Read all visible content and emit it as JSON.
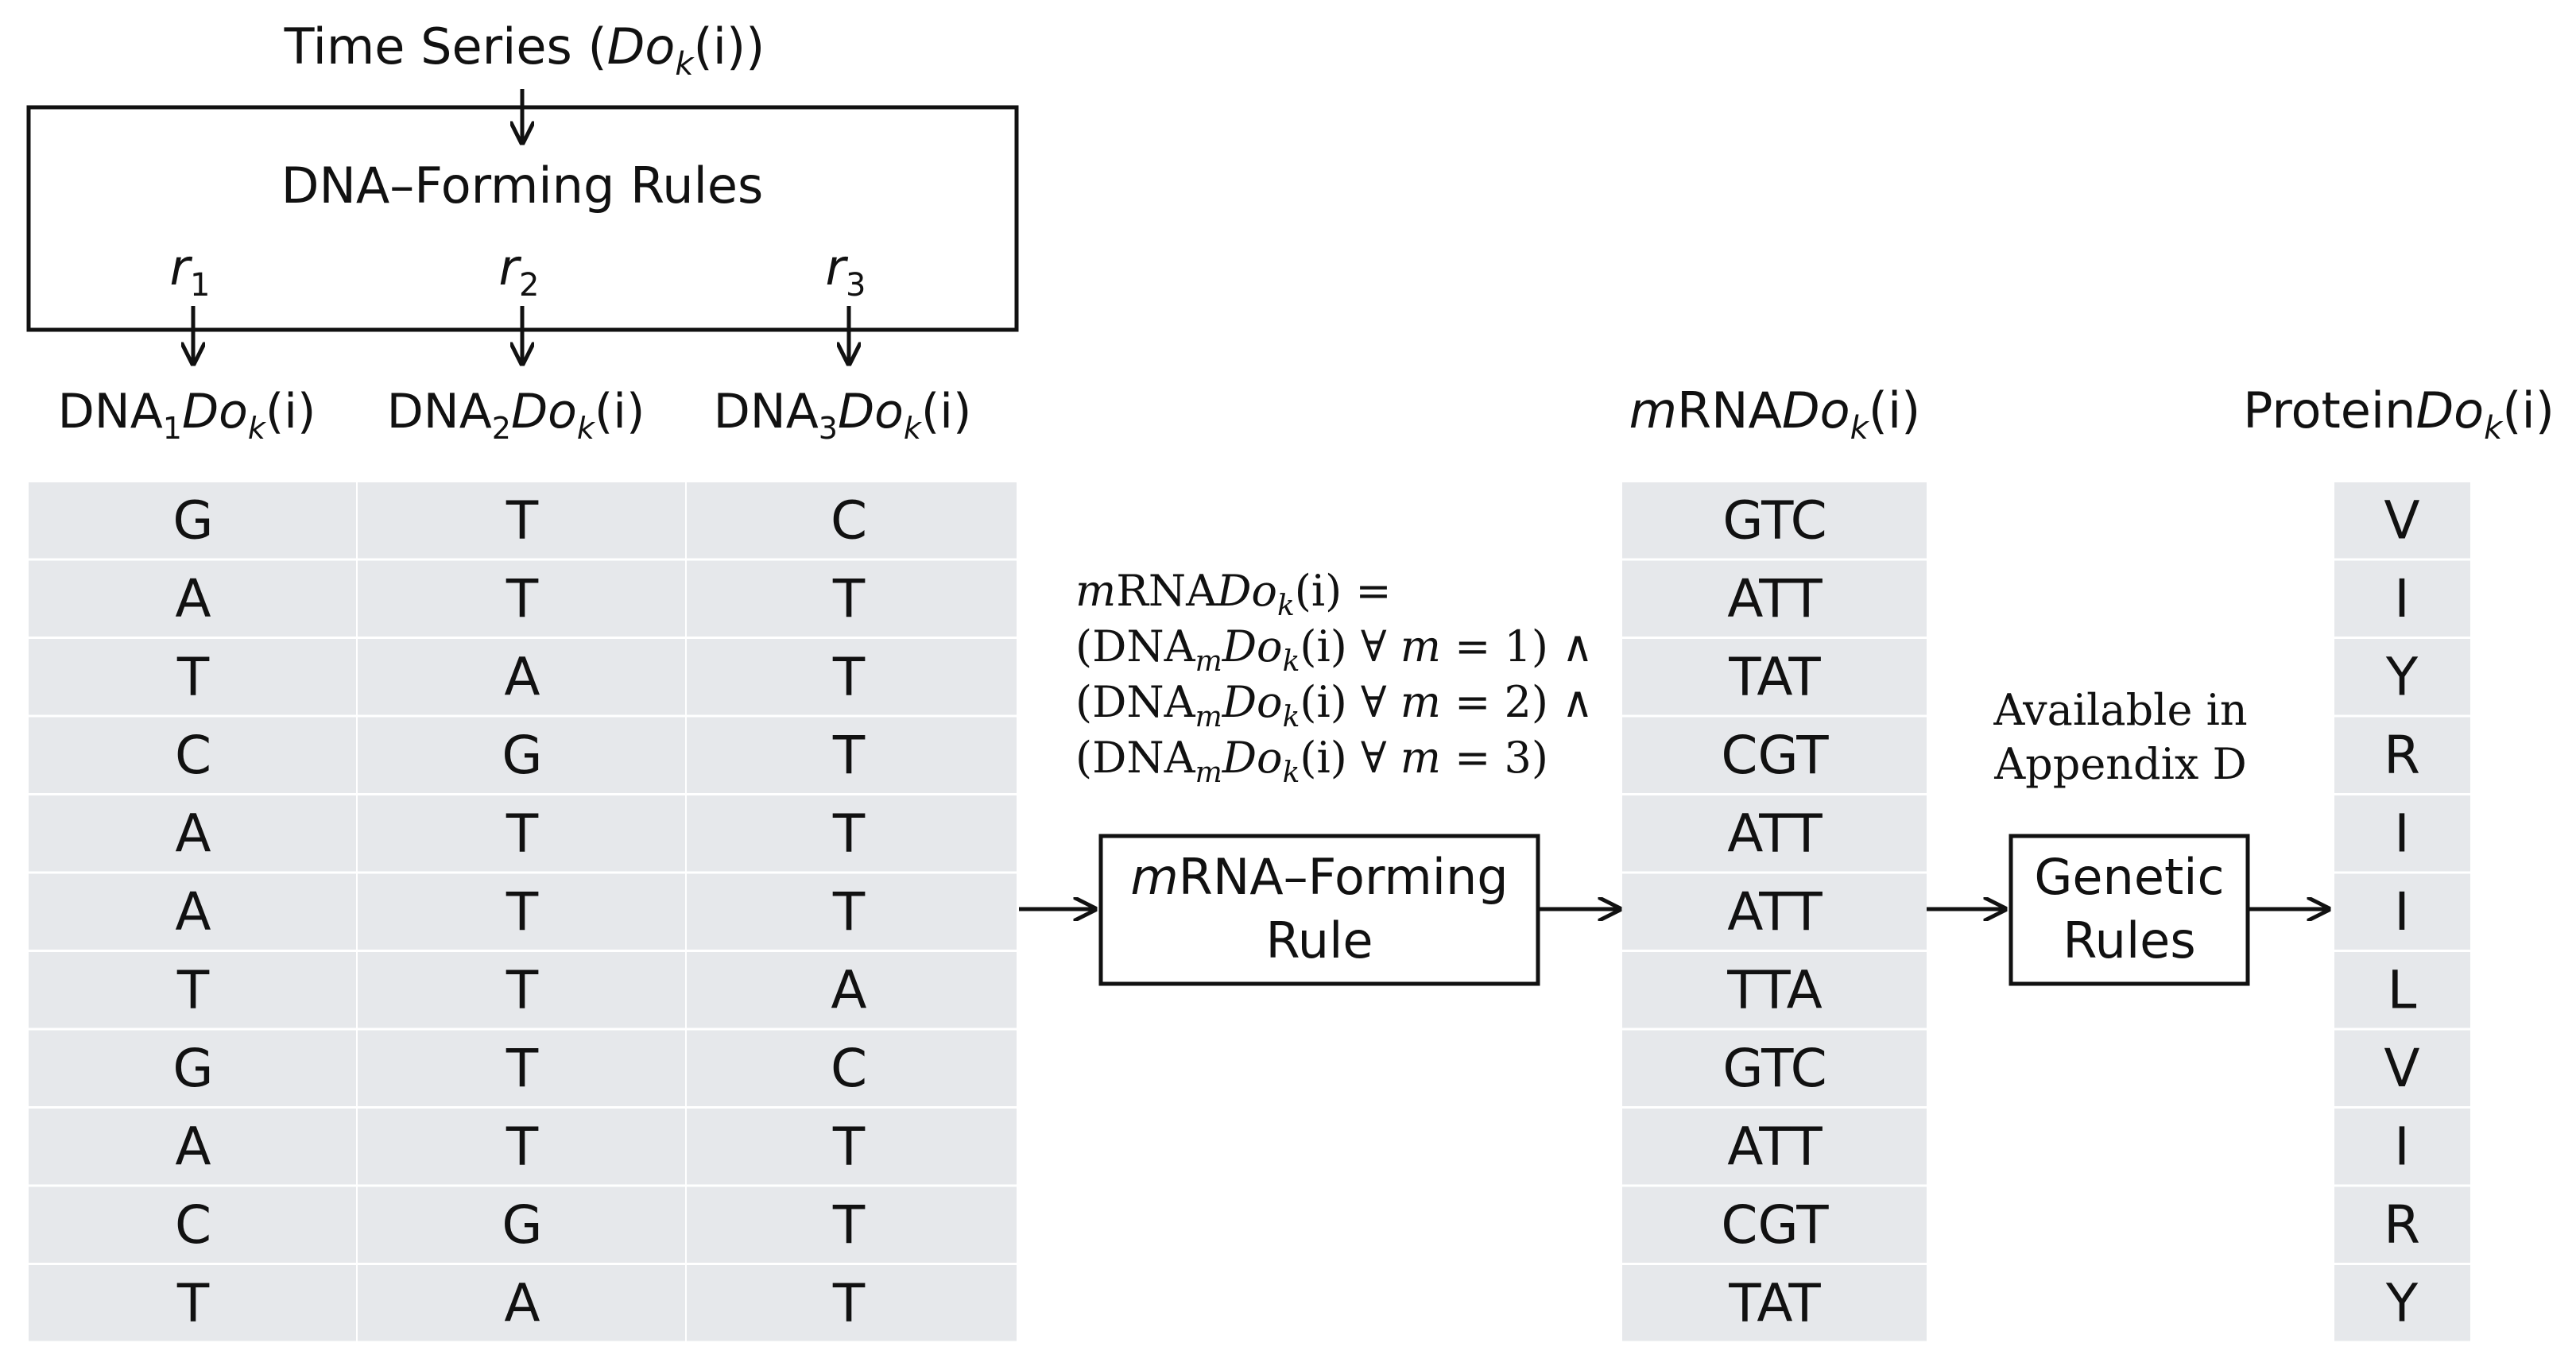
{
  "time_series": {
    "prefix": "Time Series (",
    "do": "Do",
    "k": "k",
    "suffix": "(i))"
  },
  "dna_forming_box": {
    "title": "DNA–Forming Rules"
  },
  "rules": [
    {
      "r": "r",
      "sub": "1"
    },
    {
      "r": "r",
      "sub": "2"
    },
    {
      "r": "r",
      "sub": "3"
    }
  ],
  "dna_headers": [
    {
      "dna": "DNA",
      "sub": "1",
      "do": "Do",
      "k": "k",
      "i": "(i)"
    },
    {
      "dna": "DNA",
      "sub": "2",
      "do": "Do",
      "k": "k",
      "i": "(i)"
    },
    {
      "dna": "DNA",
      "sub": "3",
      "do": "Do",
      "k": "k",
      "i": "(i)"
    }
  ],
  "dna_columns": [
    [
      "G",
      "A",
      "T",
      "C",
      "A",
      "A",
      "T",
      "G",
      "A",
      "C",
      "T"
    ],
    [
      "T",
      "T",
      "A",
      "G",
      "T",
      "T",
      "T",
      "T",
      "T",
      "G",
      "A"
    ],
    [
      "C",
      "T",
      "T",
      "T",
      "T",
      "T",
      "A",
      "C",
      "T",
      "T",
      "T"
    ]
  ],
  "formula": {
    "line1_m": "m",
    "line1_rest": "RNA",
    "line1_do": "Do",
    "line1_k": "k",
    "line1_end": "(i) =",
    "terms": [
      {
        "open": "(DNA",
        "m": "m",
        "do": "Do",
        "k": "k",
        "mid": "(i) ∀ ",
        "mvar": "m",
        "end": " = 1) ∧"
      },
      {
        "open": "(DNA",
        "m": "m",
        "do": "Do",
        "k": "k",
        "mid": "(i) ∀ ",
        "mvar": "m",
        "end": " = 2) ∧"
      },
      {
        "open": "(DNA",
        "m": "m",
        "do": "Do",
        "k": "k",
        "mid": "(i) ∀ ",
        "mvar": "m",
        "end": " = 3)"
      }
    ]
  },
  "mrna_rule_box": {
    "line1_m": "m",
    "line1_rest": "RNA–Forming",
    "line2": "Rule"
  },
  "mrna_header": {
    "m": "m",
    "rna": "RNA",
    "do": "Do",
    "k": "k",
    "i": "(i)"
  },
  "mrna_values": [
    "GTC",
    "ATT",
    "TAT",
    "CGT",
    "ATT",
    "ATT",
    "TTA",
    "GTC",
    "ATT",
    "CGT",
    "TAT"
  ],
  "appendix_note": {
    "line1": "Available in",
    "line2": "Appendix D"
  },
  "genetic_box": {
    "line1": "Genetic",
    "line2": "Rules"
  },
  "protein_header": {
    "name": "Protein",
    "do": "Do",
    "k": "k",
    "i": "(i)"
  },
  "protein_values": [
    "V",
    "I",
    "Y",
    "R",
    "I",
    "I",
    "L",
    "V",
    "I",
    "R",
    "Y"
  ],
  "colors": {
    "cell_fill": "#e6e8eb",
    "stroke": "#111111",
    "background": "#ffffff"
  }
}
